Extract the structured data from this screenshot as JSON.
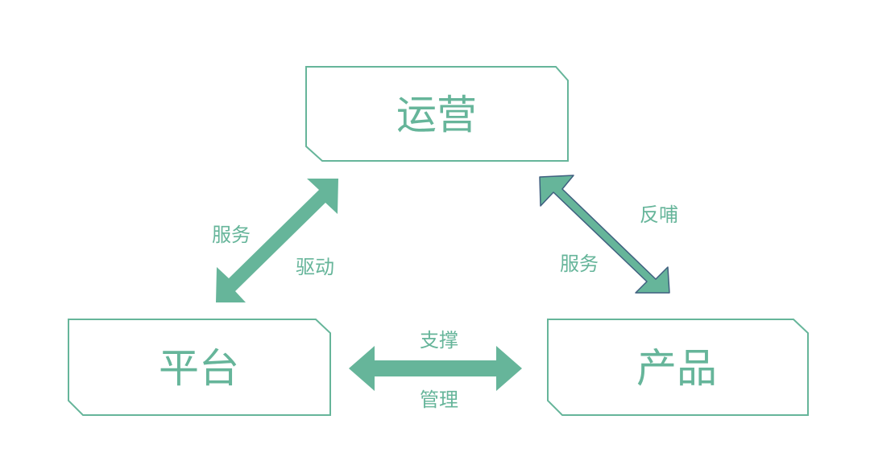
{
  "colors": {
    "accent": "#66b59a",
    "arrow_outline": "#3f5f7f",
    "background": "#ffffff"
  },
  "nodes": {
    "operations": "运营",
    "platform": "平台",
    "product": "产品"
  },
  "edges": {
    "operations_platform": {
      "upper_label": "服务",
      "lower_label": "驱动"
    },
    "operations_product": {
      "upper_label": "反哺",
      "lower_label": "服务"
    },
    "platform_product": {
      "upper_label": "支撑",
      "lower_label": "管理"
    }
  }
}
